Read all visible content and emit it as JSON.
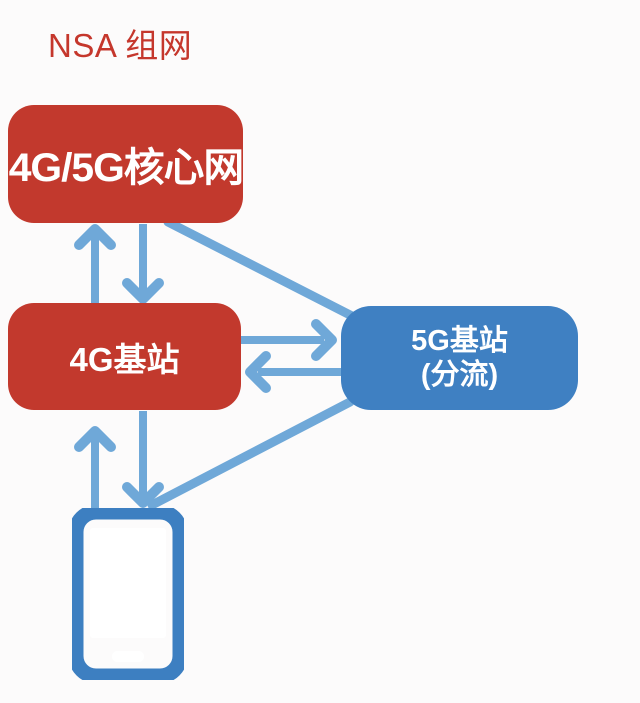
{
  "diagram": {
    "title": "NSA 组网",
    "title_color": "#c5372c",
    "background_color": "#fcfbfb",
    "colors": {
      "core_node": "#c2392d",
      "base_station_4g": "#c2392d",
      "base_station_5g": "#3f80c2",
      "connector": "#6fa8d8",
      "device": "#3d7fc1",
      "node_text": "#ffffff"
    },
    "nodes": [
      {
        "id": "core-network",
        "label": "4G/5G核心网",
        "shape": "rounded-rect",
        "color": "#c2392d"
      },
      {
        "id": "base-station-4g",
        "label": "4G基站",
        "shape": "rounded-rect",
        "color": "#c2392d"
      },
      {
        "id": "base-station-5g",
        "label_line1": "5G基站",
        "label_line2": "(分流)",
        "shape": "rounded-rect",
        "color": "#3f80c2"
      },
      {
        "id": "user-device",
        "label": "",
        "shape": "smartphone-icon",
        "color": "#3d7fc1"
      }
    ],
    "connectors": [
      {
        "id": "core-to-4g-up",
        "from": "base-station-4g",
        "to": "core-network",
        "direction": "up"
      },
      {
        "id": "core-to-4g-down",
        "from": "core-network",
        "to": "base-station-4g",
        "direction": "down"
      },
      {
        "id": "core-to-5g",
        "from": "core-network",
        "to": "base-station-5g",
        "direction": "none"
      },
      {
        "id": "4g-to-5g-right",
        "from": "base-station-4g",
        "to": "base-station-5g",
        "direction": "right"
      },
      {
        "id": "5g-to-4g-left",
        "from": "base-station-5g",
        "to": "base-station-4g",
        "direction": "left"
      },
      {
        "id": "device-to-4g-up",
        "from": "user-device",
        "to": "base-station-4g",
        "direction": "up"
      },
      {
        "id": "4g-to-device-down",
        "from": "base-station-4g",
        "to": "user-device",
        "direction": "down"
      },
      {
        "id": "5g-to-device",
        "from": "base-station-5g",
        "to": "user-device",
        "direction": "down-left"
      }
    ]
  }
}
